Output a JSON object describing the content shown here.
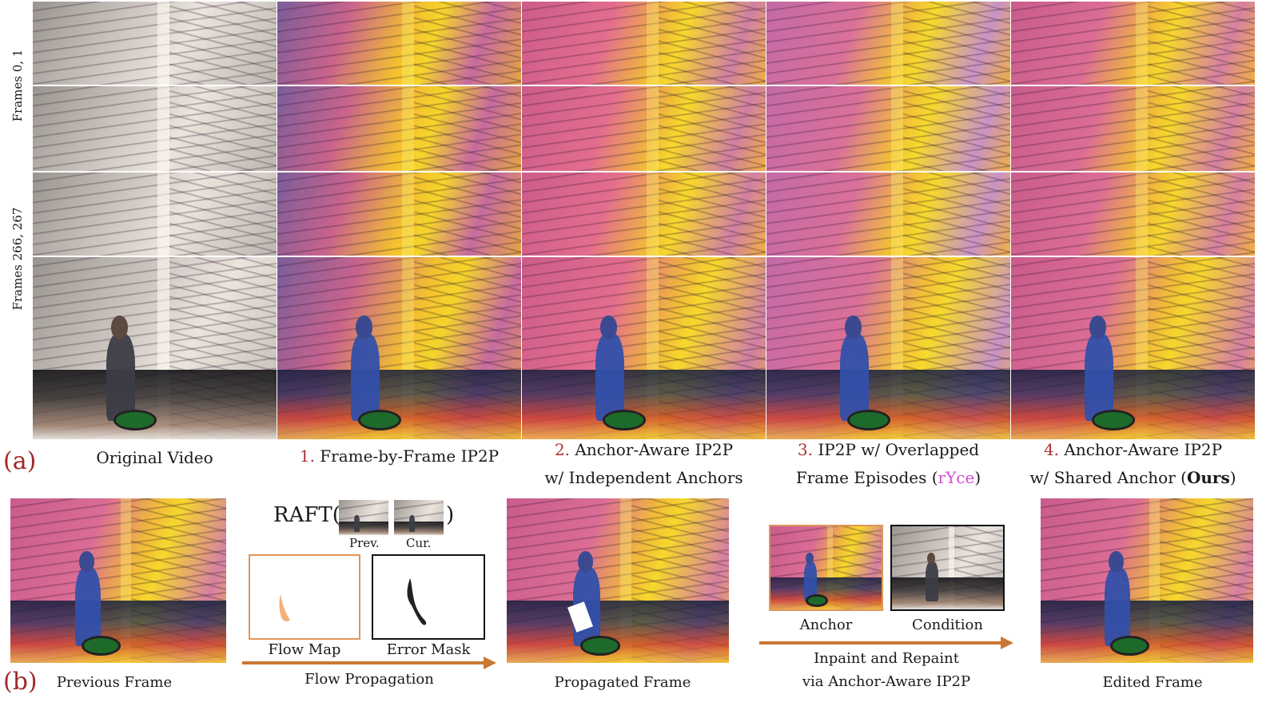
{
  "row_labels": [
    "Frames 0, 1",
    "Frames 266,  267"
  ],
  "columns": [
    {
      "number": "",
      "line1": "Original Video",
      "line2": ""
    },
    {
      "number": "1.",
      "line1": " Frame-by-Frame IP2P",
      "line2": ""
    },
    {
      "number": "2.",
      "line1": " Anchor-Aware IP2P",
      "line2": "w/ Independent Anchors"
    },
    {
      "number": "3.",
      "line1": " IP2P w/ Overlapped",
      "line2_pre": "Frame Episodes (",
      "line2_cite": "rYce",
      "line2_post": ")"
    },
    {
      "number": "4.",
      "line1": " Anchor-Aware IP2P",
      "line2_pre": "w/  Shared Anchor (",
      "line2_bold": "Ours",
      "line2_post": ")"
    }
  ],
  "panel_a_label": "(a)",
  "panel_b_label": "(b)",
  "panel_b": {
    "previous_frame": "Previous Frame",
    "raft_label": "RAFT(",
    "raft_close": ")",
    "prev_label": "Prev.",
    "cur_label": "Cur.",
    "flow_map": "Flow Map",
    "error_mask": "Error Mask",
    "flow_propagation": "Flow Propagation",
    "propagated_frame": "Propagated Frame",
    "anchor": "Anchor",
    "condition": "Condition",
    "inpaint_line1": "Inpaint and Repaint",
    "inpaint_line2": "via Anchor-Aware IP2P",
    "edited_frame": "Edited Frame"
  },
  "colors": {
    "accent_red": "#b03030",
    "cite_pink": "#d64ad8",
    "arrow_orange": "#c97834",
    "flow_border": "#e0955a"
  }
}
